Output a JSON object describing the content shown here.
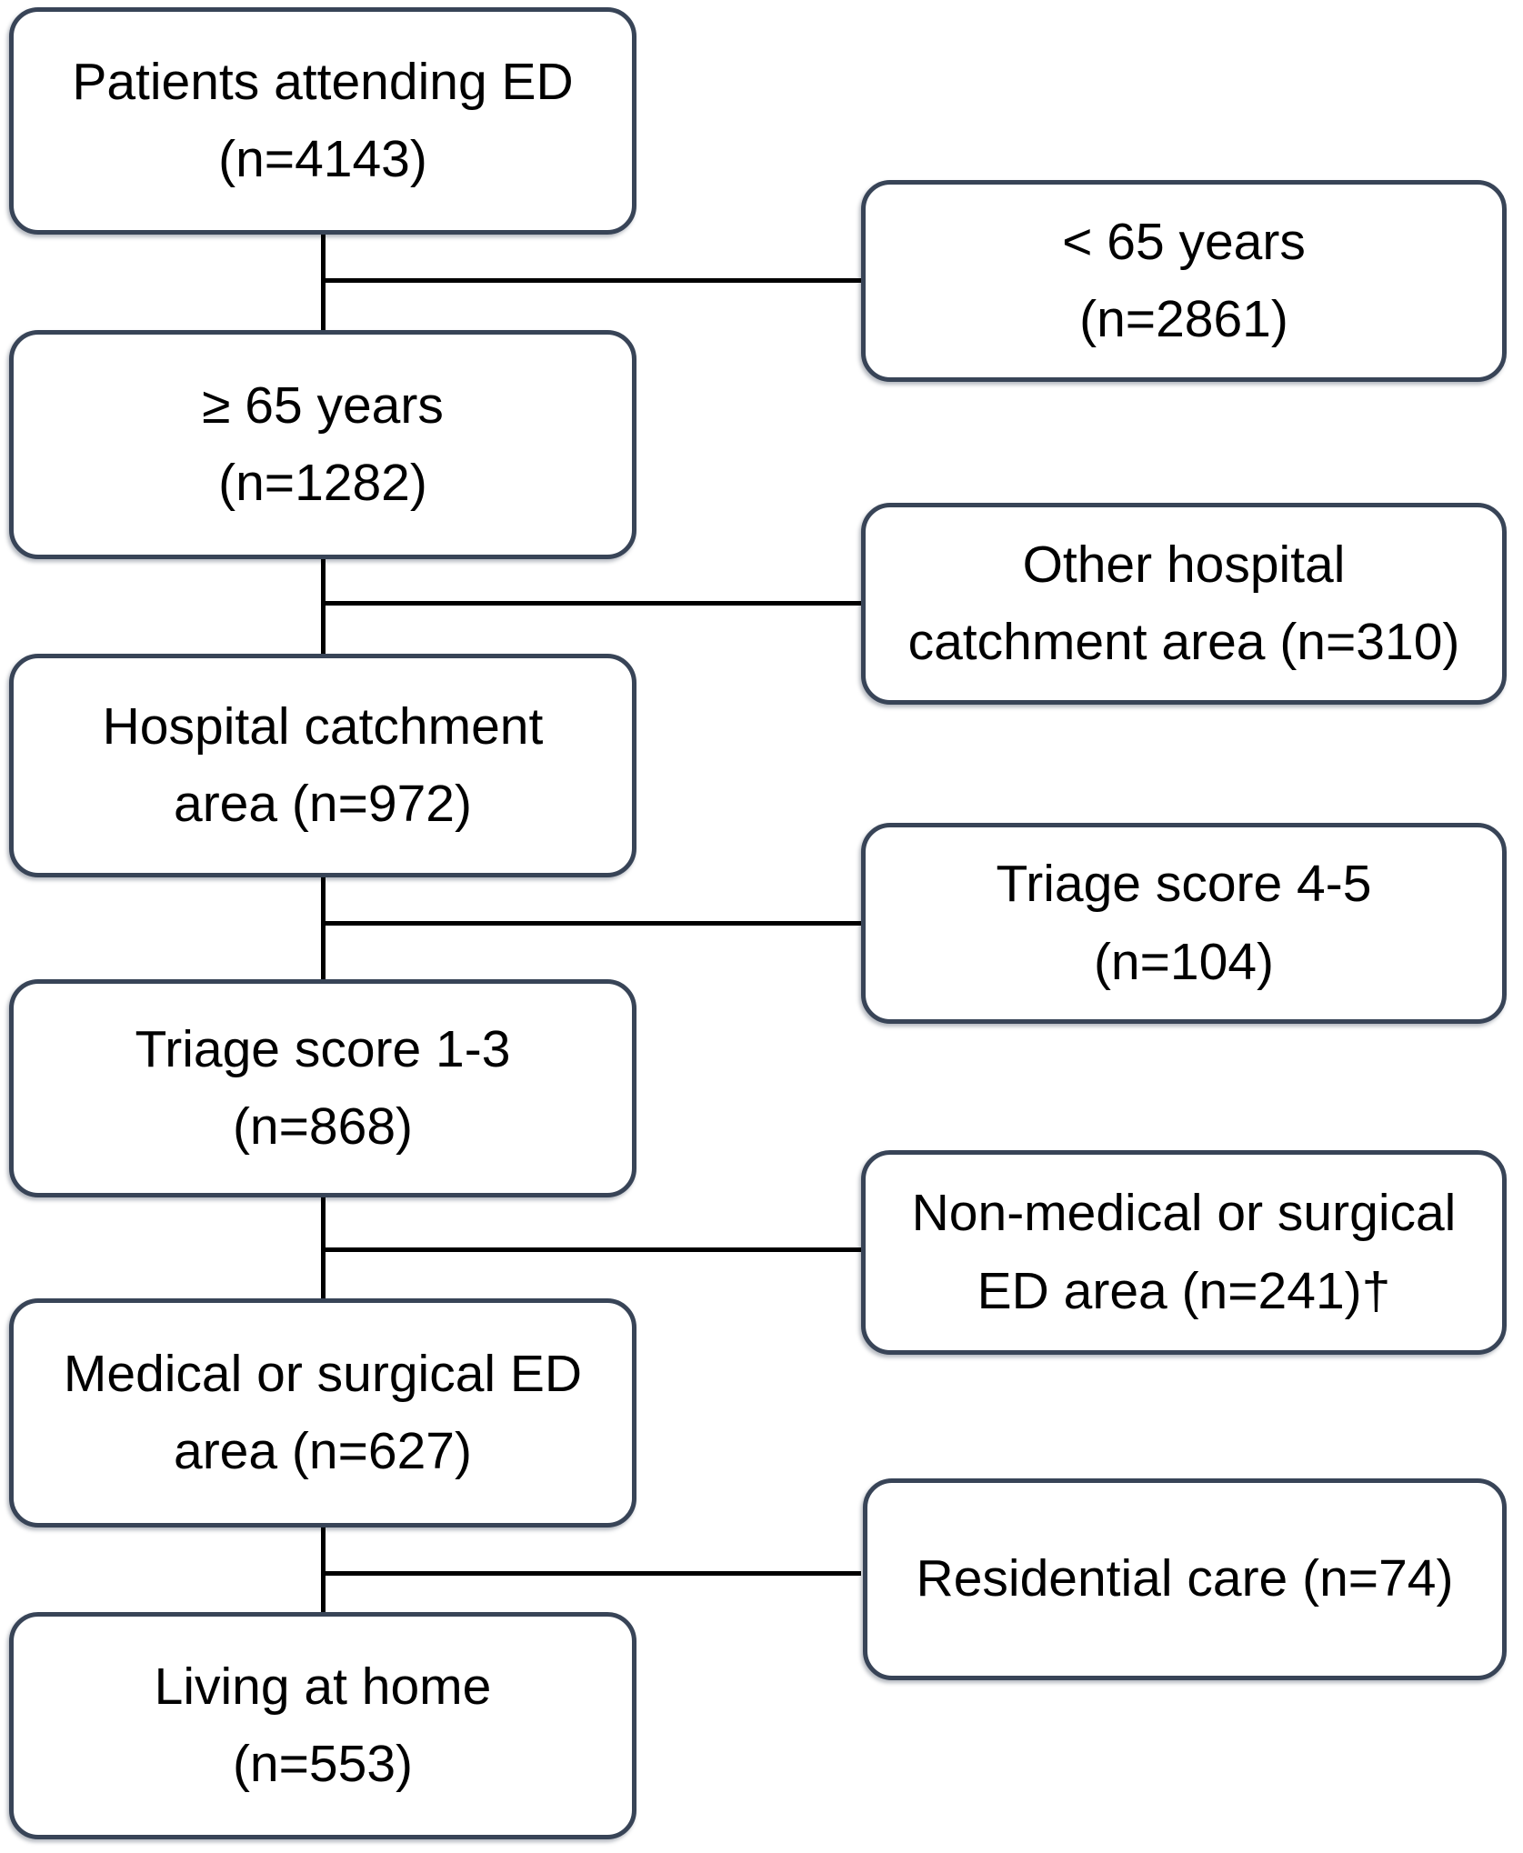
{
  "flow": {
    "main": [
      {
        "label": "Patients attending ED\n(n=4143)",
        "n": 4143
      },
      {
        "label": "≥ 65 years\n(n=1282)",
        "n": 1282
      },
      {
        "label": "Hospital catchment\narea (n=972)",
        "n": 972
      },
      {
        "label": "Triage score 1-3\n(n=868)",
        "n": 868
      },
      {
        "label": "Medical or surgical ED\narea (n=627)",
        "n": 627
      },
      {
        "label": "Living at home\n(n=553)",
        "n": 553
      }
    ],
    "excluded": [
      {
        "label": "< 65 years\n(n=2861)",
        "n": 2861
      },
      {
        "label": "Other hospital\ncatchment area (n=310)",
        "n": 310
      },
      {
        "label": "Triage score 4-5\n(n=104)",
        "n": 104
      },
      {
        "label": "Non-medical or surgical\nED area (n=241)†",
        "n": 241
      },
      {
        "label": "Residential care (n=74)",
        "n": 74
      }
    ],
    "colors": {
      "box_border": "#384457",
      "connector": "#000000",
      "text": "#000000",
      "background": "#ffffff"
    }
  }
}
